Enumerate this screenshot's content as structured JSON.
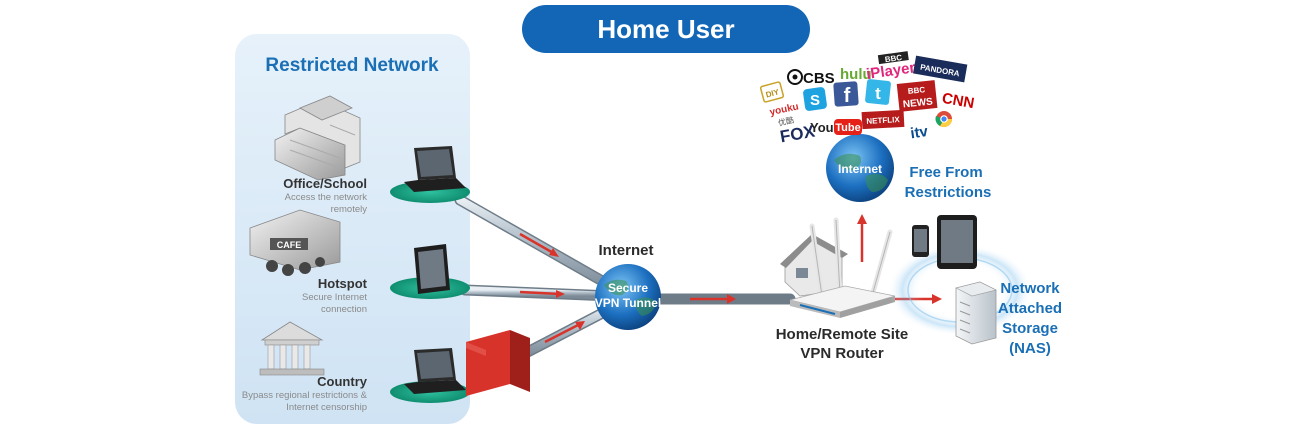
{
  "header": {
    "title": "Home User"
  },
  "restricted_network": {
    "title": "Restricted Network",
    "nodes": [
      {
        "label": "Office/School",
        "desc": [
          "Access the network",
          "remotely"
        ]
      },
      {
        "label": "Hotspot",
        "desc": [
          "Secure Internet",
          "connection"
        ]
      },
      {
        "label": "Country",
        "desc": [
          "Bypass regional restrictions &",
          "Internet censorship"
        ]
      }
    ],
    "hotspot_sign": "CAFE"
  },
  "tunnel": {
    "internet_label": "Internet",
    "globe_line1": "Secure",
    "globe_line2": "VPN Tunnel"
  },
  "router": {
    "line1": "Home/Remote Site",
    "line2": "VPN Router"
  },
  "free": {
    "line1": "Free From",
    "line2": "Restrictions",
    "globe_label": "Internet"
  },
  "nas": {
    "lines": [
      "Network",
      "Attached",
      "Storage",
      "(NAS)"
    ]
  },
  "logos": {
    "diy": "DIY",
    "cbs": "CBS",
    "hulu": "hulu",
    "bbc_top": "BBC",
    "iplayer": "iPlayer",
    "pandora": "PANDORA",
    "youku": "youku",
    "youku_cn": "优酷",
    "skype": "S",
    "facebook": "f",
    "twitter": "t",
    "bbc": "BBC",
    "news": "NEWS",
    "cnn": "CNN",
    "fox": "FOX",
    "youtube_you": "You",
    "youtube_tube": "Tube",
    "netflix": "NETFLIX",
    "itv": "itv"
  },
  "colors": {
    "accent": "#1a6fb5",
    "panel": "#dcebf8",
    "arrow": "#d9342b",
    "firewall": "#d8332b"
  }
}
